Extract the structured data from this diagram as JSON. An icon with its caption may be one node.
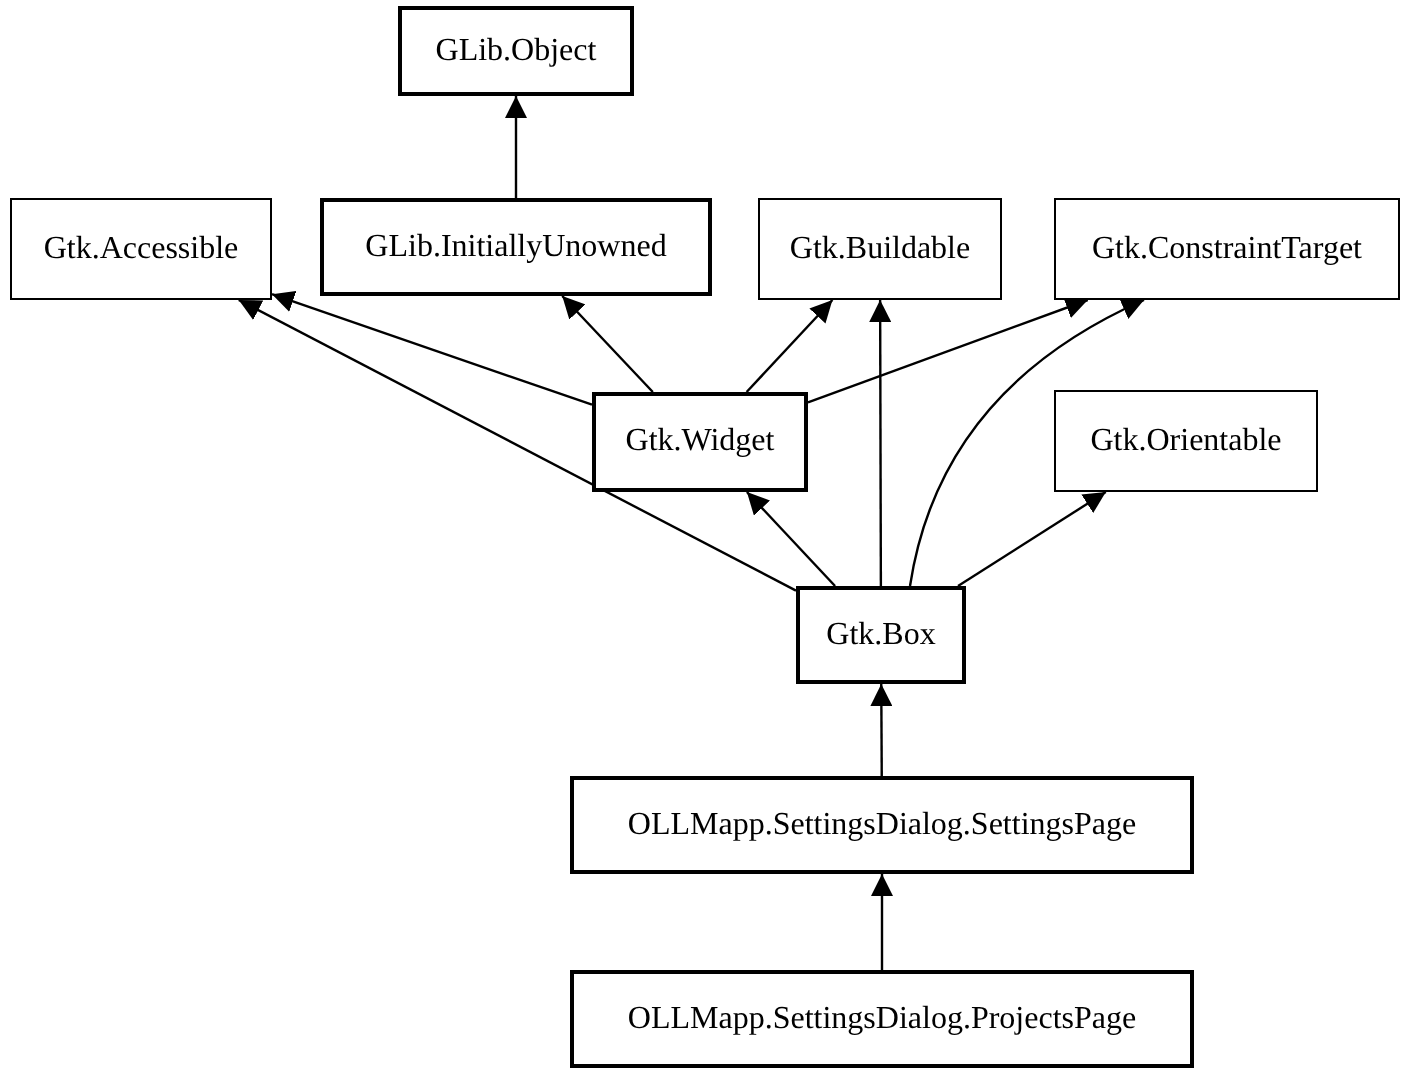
{
  "diagram": {
    "nodes": [
      {
        "text": [
          "GLib.Object"
        ]
      },
      {
        "text": [
          "Gtk.Accessible"
        ]
      },
      {
        "text": [
          "GLib.InitiallyUnowned"
        ]
      },
      {
        "text": [
          "Gtk.Buildable"
        ]
      },
      {
        "text": [
          "Gtk.ConstraintTarget"
        ]
      },
      {
        "text": [
          "Gtk.Widget"
        ]
      },
      {
        "text": [
          "Gtk.Orientable"
        ]
      },
      {
        "text": [
          "Gtk.Box"
        ]
      },
      {
        "text": [
          "OLLMapp.SettingsDialog.SettingsPage"
        ]
      },
      {
        "text": [
          "OLLMapp.SettingsDialog.ProjectsPage"
        ]
      }
    ],
    "edges": [
      {
        "from": 2,
        "to": 0,
        "arrow": "to"
      },
      {
        "from": 5,
        "to": 1,
        "arrow": "to"
      },
      {
        "from": 5,
        "to": 2,
        "arrow": "to"
      },
      {
        "from": 5,
        "to": 3,
        "arrow": "to"
      },
      {
        "from": 5,
        "to": 4,
        "arrow": "to"
      },
      {
        "from": 7,
        "to": 1,
        "arrow": "to"
      },
      {
        "from": 7,
        "to": 5,
        "arrow": "to"
      },
      {
        "from": 7,
        "to": 3,
        "arrow": "to"
      },
      {
        "from": 7,
        "to": 4,
        "arrow": "to"
      },
      {
        "from": 7,
        "to": 6,
        "arrow": "to"
      },
      {
        "from": 8,
        "to": 7,
        "arrow": "to"
      },
      {
        "from": 9,
        "to": 8,
        "arrow": "to"
      }
    ]
  }
}
